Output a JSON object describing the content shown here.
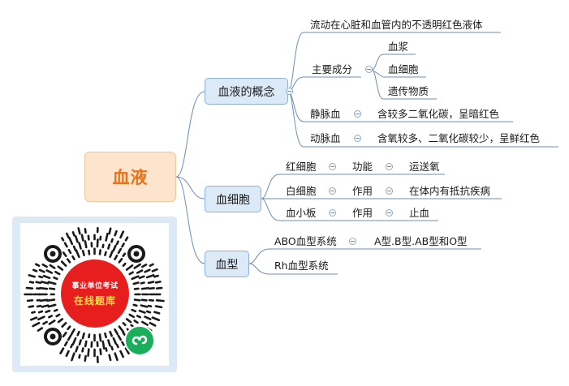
{
  "root": {
    "label": "血液"
  },
  "branches": {
    "concept": {
      "label": "血液的概念",
      "definition": "流动在心脏和血管内的不透明红色液体",
      "main_components": {
        "label": "主要成分",
        "items": [
          "血浆",
          "血细胞",
          "遗传物质"
        ]
      },
      "vein": {
        "label": "静脉血",
        "desc": "含较多二氧化碳，呈暗红色"
      },
      "artery": {
        "label": "动脉血",
        "desc": "含氧较多、二氧化碳较少，呈鲜红色"
      }
    },
    "cells": {
      "label": "血细胞",
      "rows": [
        {
          "name": "红细胞",
          "key": "功能",
          "value": "运送氧"
        },
        {
          "name": "白细胞",
          "key": "作用",
          "value": "在体内有抵抗疾病"
        },
        {
          "name": "血小板",
          "key": "作用",
          "value": "止血"
        }
      ]
    },
    "blood_type": {
      "label": "血型",
      "abo": {
        "label": "ABO血型系统",
        "desc": "A型.B型.AB型和O型"
      },
      "rh": {
        "label": "Rh血型系统"
      }
    }
  },
  "qr": {
    "line1": "事业单位考试",
    "line2": "在线题库"
  },
  "colors": {
    "root_fill": "#fde4cc",
    "root_text": "#e8731a",
    "branch_fill": "#dce9f6",
    "line": "#6d8fb3"
  }
}
